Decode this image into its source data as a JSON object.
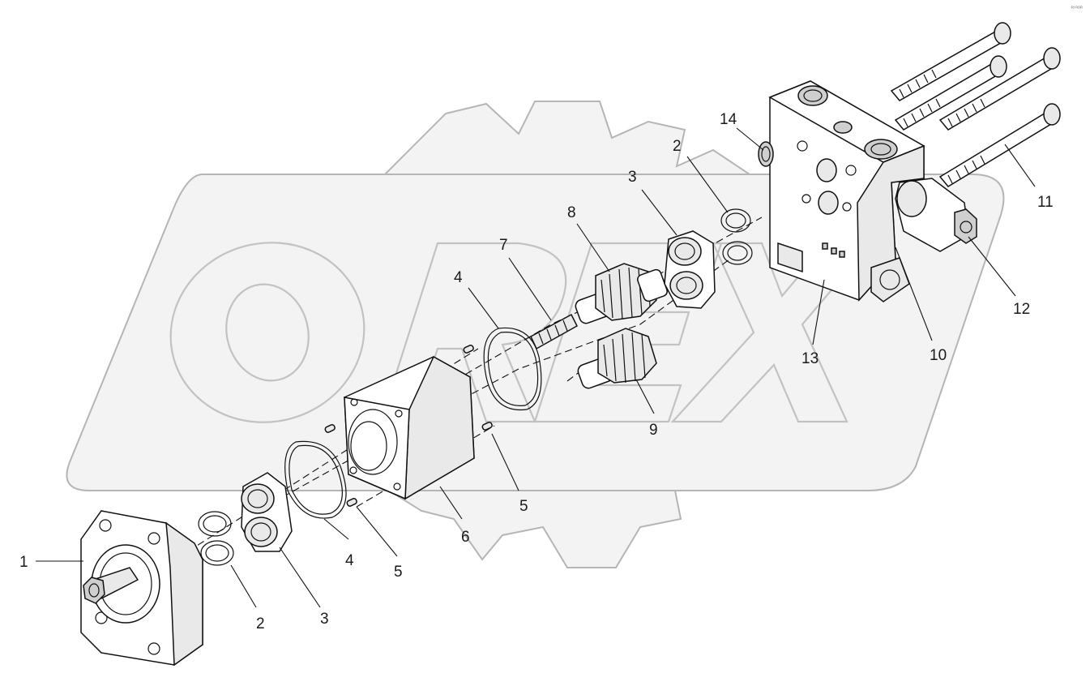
{
  "diagram": {
    "corner_mark": "ᴿᴵ ᴿᴼᴿ",
    "watermark_text": "OREX",
    "callouts": [
      {
        "label": "1"
      },
      {
        "label": "2"
      },
      {
        "label": "3"
      },
      {
        "label": "4"
      },
      {
        "label": "5"
      },
      {
        "label": "6"
      },
      {
        "label": "5"
      },
      {
        "label": "4"
      },
      {
        "label": "7"
      },
      {
        "label": "8"
      },
      {
        "label": "9"
      },
      {
        "label": "3"
      },
      {
        "label": "2"
      },
      {
        "label": "14"
      },
      {
        "label": "13"
      },
      {
        "label": "10"
      },
      {
        "label": "12"
      },
      {
        "label": "11"
      }
    ]
  }
}
